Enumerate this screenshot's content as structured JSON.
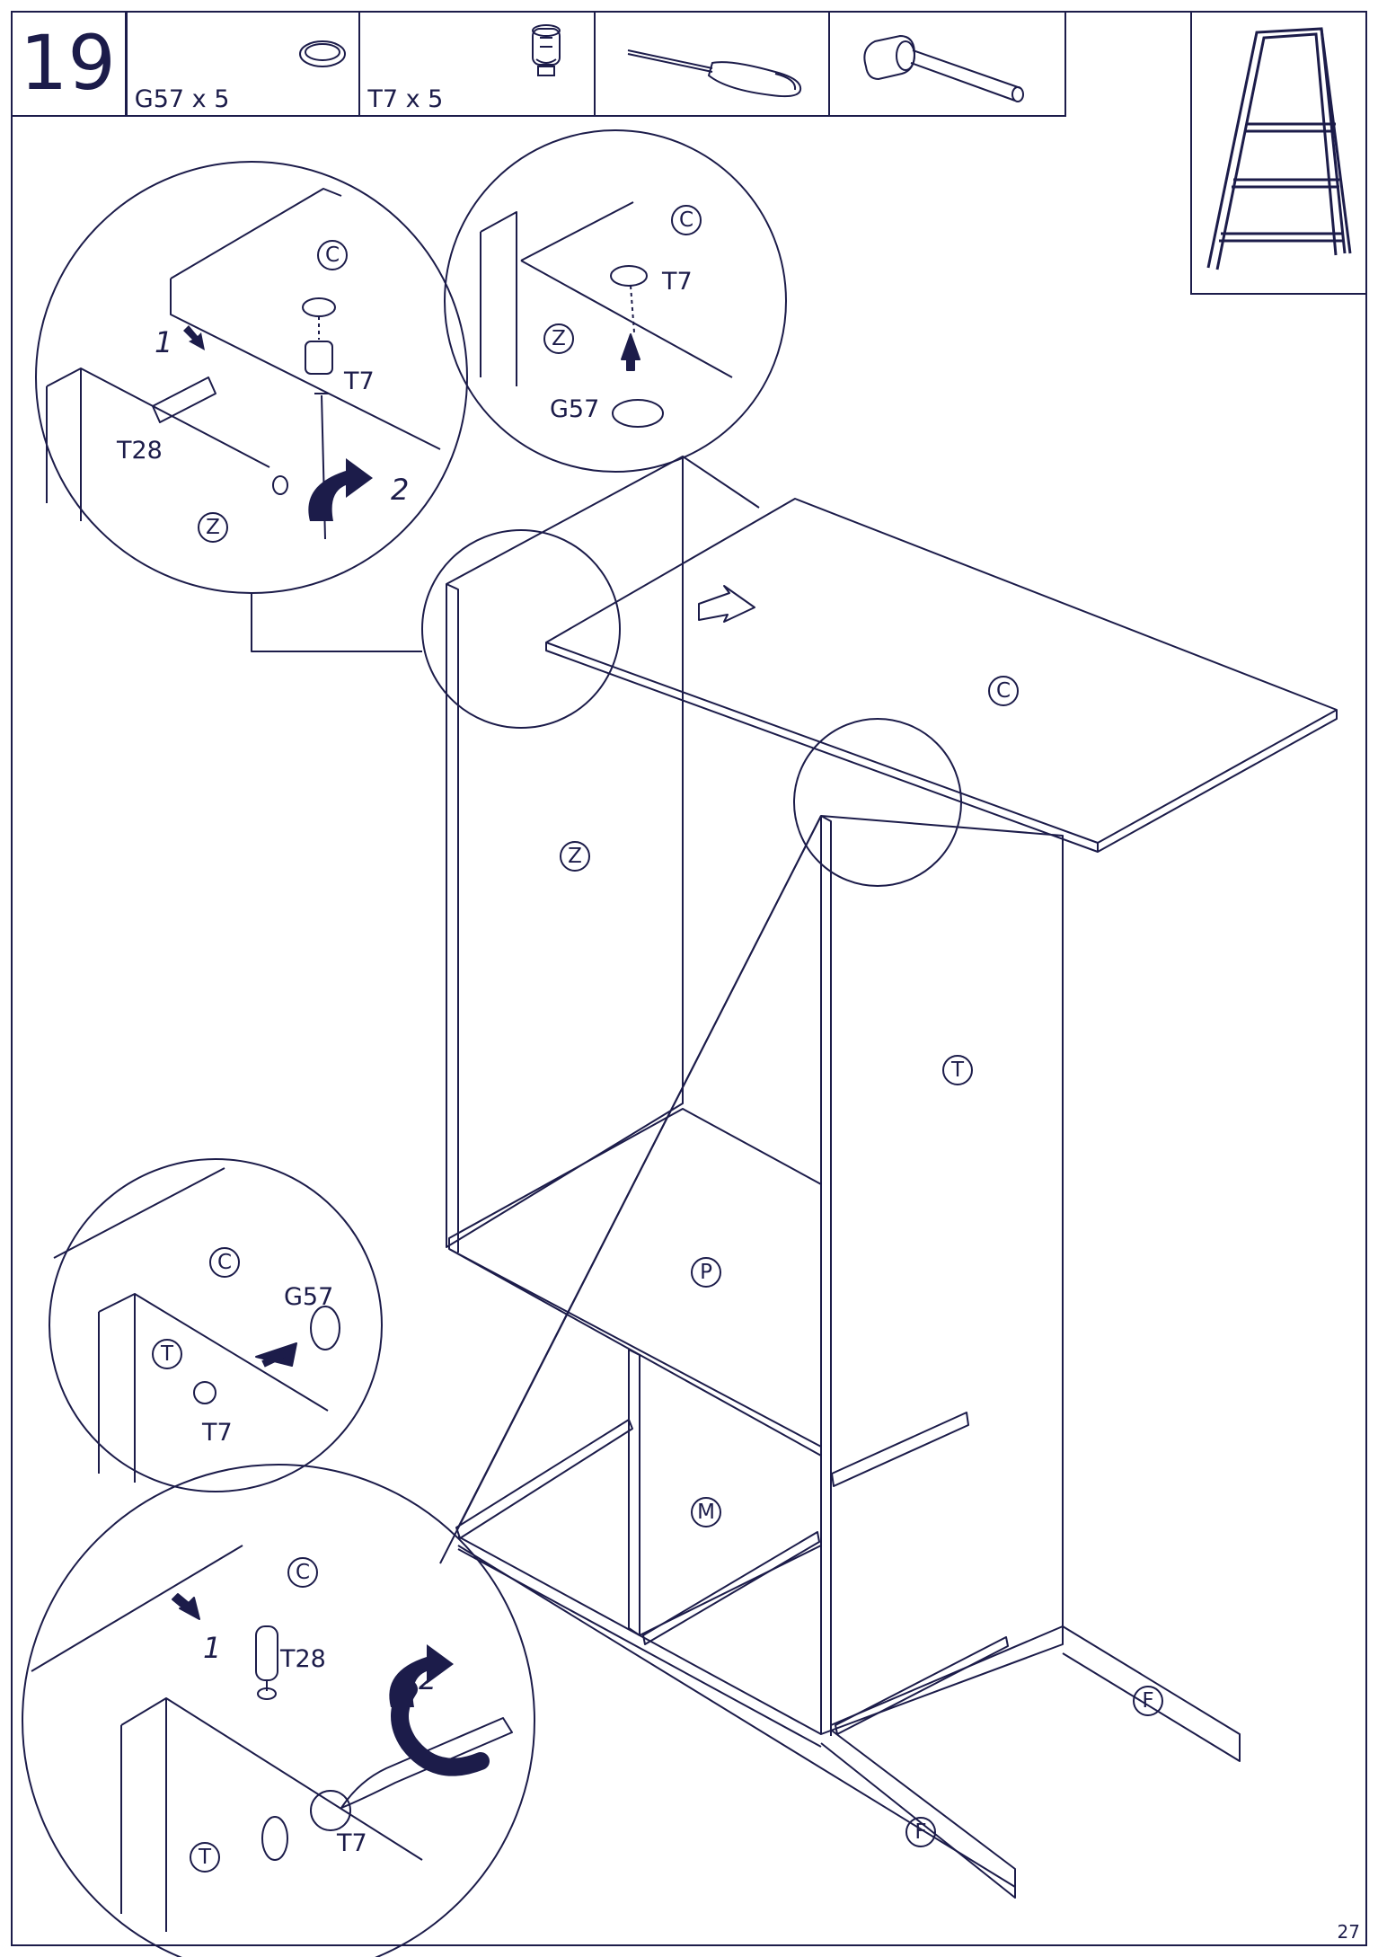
{
  "header": {
    "step_number": "19",
    "parts": [
      {
        "icon": "cap-icon",
        "quantity": "G57 x 5"
      },
      {
        "icon": "cam-lock-icon",
        "quantity": "T7 x 5"
      }
    ],
    "tools": [
      "screwdriver-icon",
      "hammer-icon"
    ],
    "extra_tool": "ladder-icon"
  },
  "labels": {
    "C": "C",
    "Z": "Z",
    "T": "T",
    "P": "P",
    "M": "M",
    "F": "F",
    "T7": "T7",
    "T28": "T28",
    "G57": "G57",
    "n1": "1",
    "n2": "2"
  },
  "footer": {
    "page_number": "27"
  },
  "colors": {
    "ink": "#1c1c4a",
    "paper": "#ffffff"
  }
}
